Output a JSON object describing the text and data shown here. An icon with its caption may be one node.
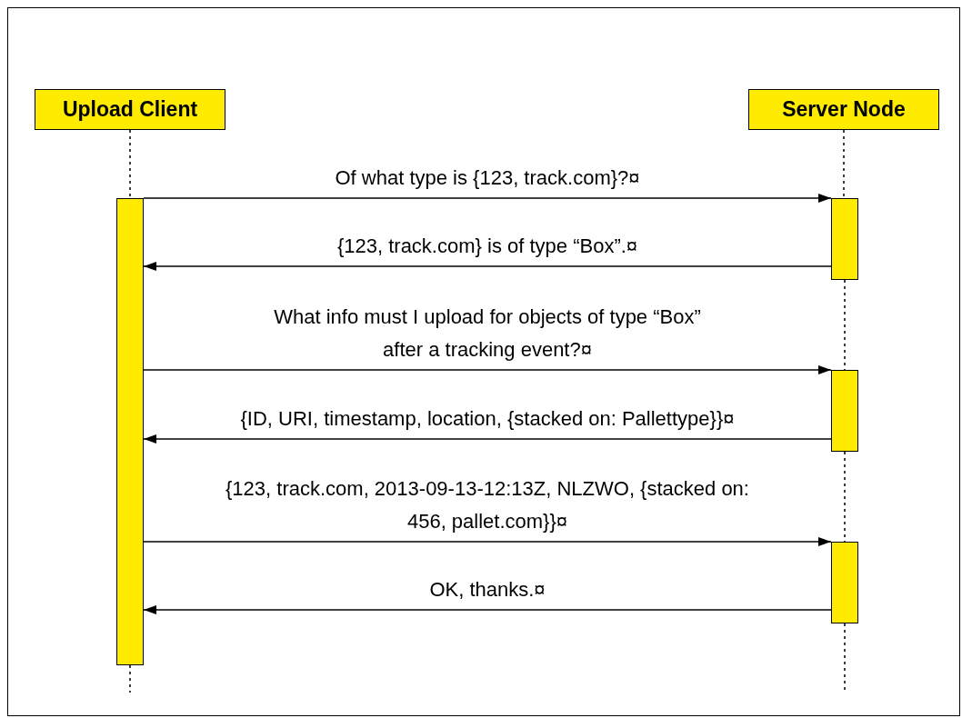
{
  "diagram": {
    "nodes": [
      {
        "text": [
          "Upload Client"
        ]
      },
      {
        "text": [
          "Server Node"
        ]
      },
      {
        "text": [],
        "shape": "bar"
      },
      {
        "text": [],
        "shape": "bar"
      },
      {
        "text": [],
        "shape": "bar"
      },
      {
        "text": [],
        "shape": "bar"
      }
    ],
    "edges": [
      {
        "from": 2,
        "to": 3,
        "arrow": "to",
        "label": "Of what type is {123, track.com}?¤"
      },
      {
        "from": 3,
        "to": 2,
        "arrow": "to",
        "label": "{123, track.com} is of type “Box”.¤"
      },
      {
        "from": 2,
        "to": 4,
        "arrow": "to",
        "label": "What info must I upload for objects of type “Box” after a tracking event?¤"
      },
      {
        "from": 4,
        "to": 2,
        "arrow": "to",
        "label": "{ID, URI, timestamp, location, {stacked on: Pallettype}}¤"
      },
      {
        "from": 2,
        "to": 5,
        "arrow": "to",
        "label": "{123, track.com, 2013-09-13-12:13Z, NLZWO, {stacked on: 456, pallet.com}}¤"
      },
      {
        "from": 5,
        "to": 2,
        "arrow": "to",
        "label": "OK, thanks.¤"
      },
      {
        "from": 0,
        "to": 2,
        "arrow": "none",
        "style": "dashed"
      },
      {
        "from": 1,
        "to": 3,
        "arrow": "none",
        "style": "dashed"
      },
      {
        "from": 3,
        "to": 4,
        "arrow": "none",
        "style": "dashed"
      },
      {
        "from": 4,
        "to": 5,
        "arrow": "none",
        "style": "dashed"
      },
      {
        "from": 2,
        "to": null,
        "arrow": "none",
        "style": "dashed"
      },
      {
        "from": 5,
        "to": null,
        "arrow": "none",
        "style": "dashed"
      }
    ]
  }
}
